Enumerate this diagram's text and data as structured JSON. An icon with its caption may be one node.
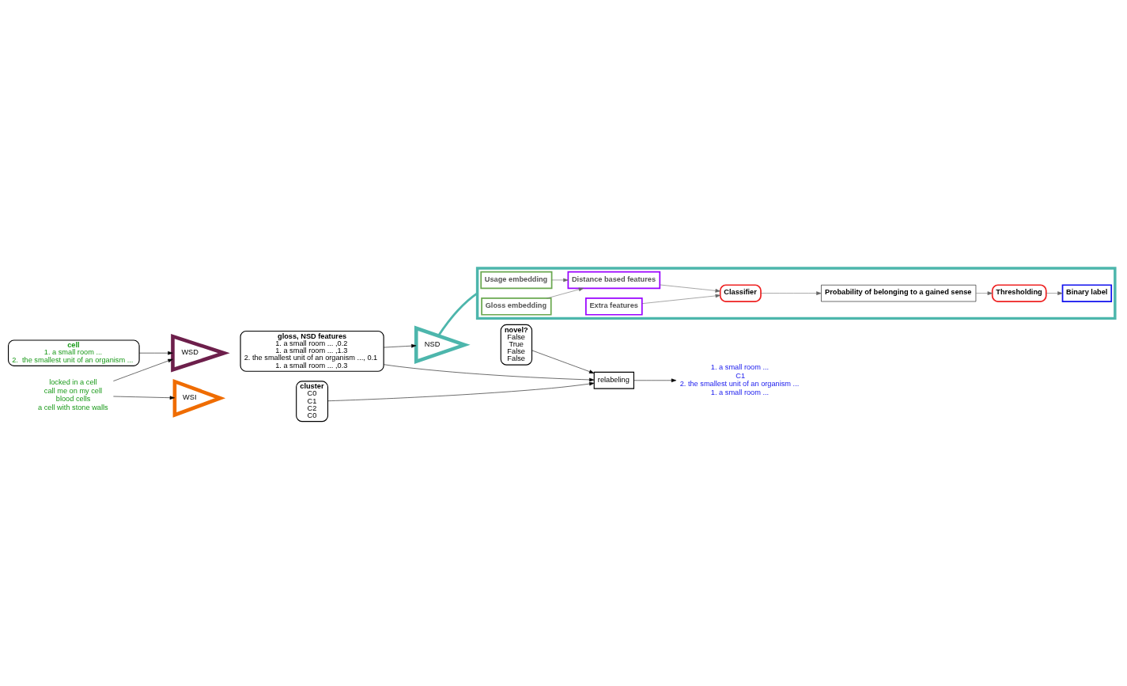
{
  "diagram": {
    "nodes": [
      {
        "text": [
          "cell",
          "1. a small room ...",
          "2.  the smallest unit of an organism ..."
        ]
      },
      {
        "text": [
          "locked in a cell",
          "call me on my cell",
          "blood cells",
          "a cell with stone walls"
        ]
      },
      {
        "text": [
          "WSD"
        ]
      },
      {
        "text": [
          "WSI"
        ]
      },
      {
        "text": [
          "gloss, NSD features",
          "1. a small room ... ,0.2",
          "1. a small room ... ,1.3",
          "2. the smallest unit of an organism ..., 0.1",
          "1. a small room ... ,0.3"
        ]
      },
      {
        "text": [
          "NSD"
        ]
      },
      {
        "text": [
          "novel?",
          "False",
          "True",
          "False",
          "False"
        ]
      },
      {
        "text": [
          "cluster",
          "C0",
          "C1",
          "C2",
          "C0"
        ]
      },
      {
        "text": [
          "relabeling"
        ]
      },
      {
        "text": [
          "1. a small room ...",
          "C1",
          "2. the smallest unit of an organism ...",
          "1. a small room ..."
        ]
      },
      {
        "text": [],
        "shape": "box"
      },
      {
        "text": [
          "Usage embedding"
        ],
        "in": 10
      },
      {
        "text": [
          "Gloss embedding"
        ],
        "in": 10
      },
      {
        "text": [
          "Distance based features"
        ],
        "in": 10
      },
      {
        "text": [
          "Extra features"
        ],
        "in": 10
      },
      {
        "text": [
          "Classifier"
        ],
        "in": 10
      },
      {
        "text": [
          "Probability of belonging to a gained sense"
        ],
        "in": 10
      },
      {
        "text": [
          "Thresholding"
        ],
        "in": 10
      },
      {
        "text": [
          "Binary label"
        ],
        "in": 10
      }
    ],
    "edges": [
      {
        "from": 0,
        "to": 2,
        "arrow": "to"
      },
      {
        "from": 1,
        "to": 2,
        "arrow": "to"
      },
      {
        "from": 1,
        "to": 3,
        "arrow": "to"
      },
      {
        "from": 4,
        "to": 5,
        "arrow": "to"
      },
      {
        "from": 4,
        "to": 8,
        "arrow": "to"
      },
      {
        "from": 6,
        "to": 8,
        "arrow": "to"
      },
      {
        "from": 7,
        "to": 8,
        "arrow": "to"
      },
      {
        "from": 8,
        "to": 9,
        "arrow": "to"
      },
      {
        "from": 5,
        "to": 10,
        "arrow": "none",
        "style": "thick",
        "color": "#4db6ac"
      },
      {
        "from": 11,
        "to": 13,
        "arrow": "to",
        "color": "#666666"
      },
      {
        "from": 12,
        "to": 13,
        "arrow": "to",
        "color": "#666666"
      },
      {
        "from": 13,
        "to": 15,
        "arrow": "to",
        "color": "#666666"
      },
      {
        "from": 14,
        "to": 15,
        "arrow": "to",
        "color": "#666666"
      },
      {
        "from": 15,
        "to": 16,
        "arrow": "to",
        "color": "#666666"
      },
      {
        "from": 16,
        "to": 17,
        "arrow": "to",
        "color": "#666666"
      },
      {
        "from": 17,
        "to": 18,
        "arrow": "to",
        "color": "#666666"
      }
    ]
  }
}
